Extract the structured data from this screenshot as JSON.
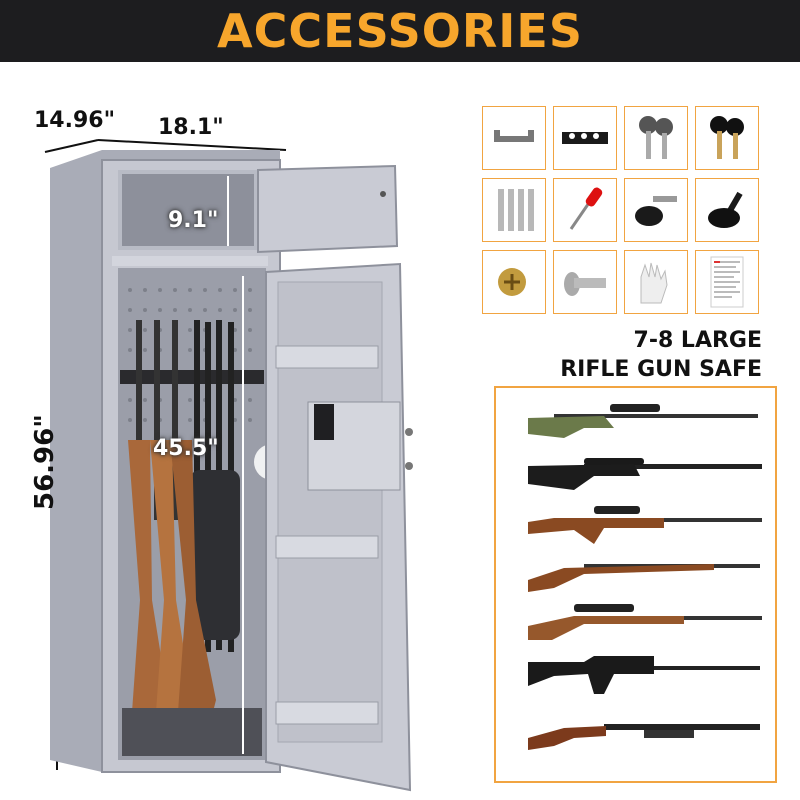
{
  "header": {
    "title": "ACCESSORIES"
  },
  "dimensions": {
    "depth": "14.96\"",
    "width": "18.1\"",
    "height": "56.96\"",
    "top_compartment": "9.1\"",
    "main_compartment": "45.5\""
  },
  "accessories": [
    {
      "icon": "bracket-icon"
    },
    {
      "icon": "barrel-rest-icon"
    },
    {
      "icon": "keys-silver-icon"
    },
    {
      "icon": "keys-black-icon"
    },
    {
      "icon": "expansion-bolts-icon"
    },
    {
      "icon": "screwdriver-icon"
    },
    {
      "icon": "leveling-foot-icon"
    },
    {
      "icon": "knob-icon"
    },
    {
      "icon": "brass-screw-icon"
    },
    {
      "icon": "bolt-icon"
    },
    {
      "icon": "gloves-icon"
    },
    {
      "icon": "manual-icon"
    }
  ],
  "capacity_label": {
    "line1": "7-8 LARGE",
    "line2": "RIFLE GUN SAFE"
  },
  "guns": [
    {
      "icon": "sniper-rifle-green-icon"
    },
    {
      "icon": "sniper-rifle-black-icon"
    },
    {
      "icon": "dmr-rifle-wood-icon"
    },
    {
      "icon": "bolt-action-rifle-wood-icon"
    },
    {
      "icon": "scoped-hunting-rifle-icon"
    },
    {
      "icon": "assault-rifle-icon"
    },
    {
      "icon": "pump-shotgun-icon"
    }
  ],
  "colors": {
    "accent": "#f7a62c",
    "banner": "#1d1d1f",
    "safe": "#c9cbd4"
  }
}
